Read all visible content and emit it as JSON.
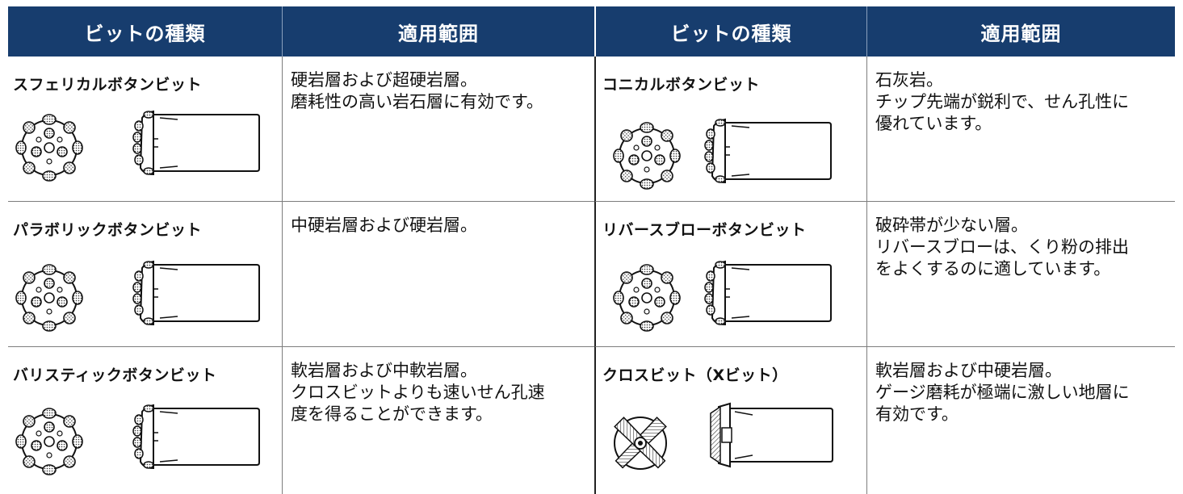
{
  "headers": [
    "ビットの種類",
    "適用範囲",
    "ビットの種類",
    "適用範囲"
  ],
  "rows": [
    {
      "left": {
        "name": "スフェリカルボタンビット",
        "desc": "硬岩層および超硬岩層。\n磨耗性の高い岩石層に有効です。"
      },
      "right": {
        "name": "コニカルボタンビット",
        "desc": "石灰岩。\nチップ先端が鋭利で、せん孔性に\n優れています。"
      }
    },
    {
      "left": {
        "name": "パラボリックボタンビット",
        "desc": "中硬岩層および硬岩層。"
      },
      "right": {
        "name": "リバースブローボタンビット",
        "desc": "破砕帯が少ない層。\nリバースブローは、くり粉の排出\nをよくするのに適しています。"
      }
    },
    {
      "left": {
        "name": "バリスティックボタンビット",
        "desc": "軟岩層および中軟岩層。\nクロスビットよりも速いせん孔速\n度を得ることができます。"
      },
      "right": {
        "name": "クロスビット（Xビット）",
        "desc": "軟岩層および中硬岩層。\nゲージ磨耗が極端に激しい地層に\n有効です。"
      }
    }
  ],
  "colors": {
    "header_bg": "#173d6e",
    "header_text": "#ffffff",
    "grid_line": "#7d7d7d"
  },
  "icons": [
    "button-bit-front-icon",
    "button-bit-side-icon",
    "cross-bit-front-icon",
    "cross-bit-side-icon"
  ]
}
